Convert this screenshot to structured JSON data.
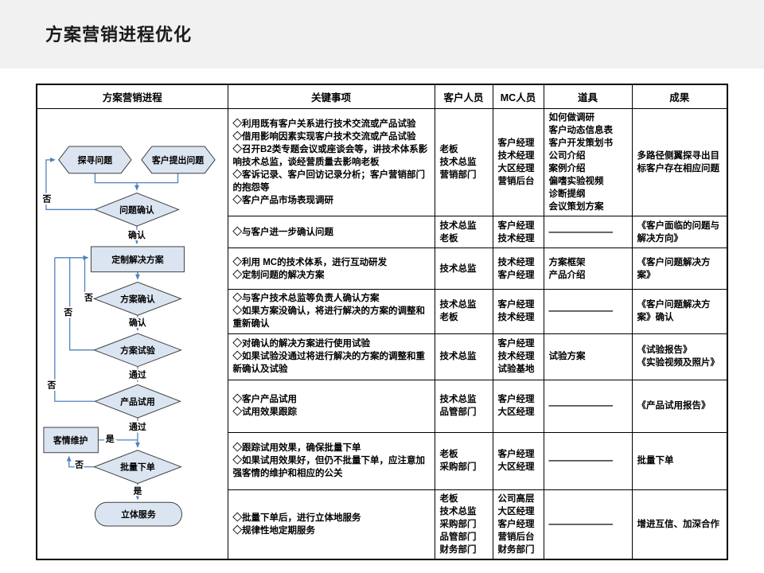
{
  "page": {
    "title": "方案营销进程优化"
  },
  "table": {
    "headers": {
      "process": "方案营销进程",
      "key_items": "关键事项",
      "customer": "客户人员",
      "mc": "MC人员",
      "tools": "道具",
      "results": "成果"
    },
    "rows": [
      {
        "key_items": "◇利用既有客户关系进行技术交流或产品试验\n◇借用影响因素实现客户技术交流或产品试验\n◇召开B2类专题会议或座谈会等，讲技术体系影响技术总监，谈经营质量去影响老板\n◇客诉记录、客户回访记录分析；客户营销部门的抱怨等\n◇客户产品市场表现调研",
        "customer": "老板\n技术总监\n营销部门",
        "mc": "客户经理\n技术经理\n大区经理\n营销后台",
        "tools": "如何做调研\n客户动态信息表\n客户开发策划书\n公司介绍\n案例介绍\n偏嗜实验视频\n诊断提纲\n会议策划方案",
        "result": "多路径侧翼探寻出目标客户存在相应问题"
      },
      {
        "key_items": "◇与客户进一步确认问题",
        "customer": "技术总监\n老板",
        "mc": "客户经理\n技术经理",
        "tools": "———————",
        "result": "《客户面临的问题与解决方向》"
      },
      {
        "key_items": "◇利用 MC的技术体系，进行互动研发\n◇定制问题的解决方案",
        "customer": "技术总监",
        "mc": "技术经理\n客户经理",
        "tools": "方案框架\n产品介绍",
        "result": "《客户问题解决方案》"
      },
      {
        "key_items": "◇与客户技术总监等负责人确认方案\n◇如果方案没确认，将进行解决的方案的调整和重新确认",
        "customer": "技术总监\n老板",
        "mc": "客户经理\n技术经理",
        "tools": "———————",
        "result": "《客户问题解决方案》确认"
      },
      {
        "key_items": "◇对确认的解决方案进行使用试验\n◇如果试验没通过将进行解决的方案的调整和重新确认及试验",
        "customer": "技术总监",
        "mc": "客户经理\n技术经理\n试验基地",
        "tools": "试验方案",
        "result": "《试验报告》\n《实验视频及照片》"
      },
      {
        "key_items": "◇客户产品试用\n◇试用效果跟踪",
        "customer": "技术总监\n品管部门",
        "mc": "客户经理\n大区经理",
        "tools": "———————",
        "result": "《产品试用报告》"
      },
      {
        "key_items": "◇跟踪试用效果，确保批量下单\n◇如果试用效果好，但仍不批量下单，应注意加强客情的维护和相应的公关",
        "customer": "老板\n采购部门",
        "mc": "客户经理\n大区经理",
        "tools": "———————",
        "result": "批量下单"
      },
      {
        "key_items": "◇批量下单后，进行立体地服务\n◇规律性地定期服务",
        "customer": "老板\n技术总监\n采购部门\n品管部门\n财务部门",
        "mc": "公司高层\n大区经理\n客户经理\n营销后台\n财务部门",
        "tools": "———————",
        "result": "增进互信、加深合作"
      }
    ]
  },
  "flowchart": {
    "nodes": {
      "explore": "探寻问题",
      "raise": "客户提出问题",
      "problem_confirm": "问题确认",
      "custom_solution": "定制解决方案",
      "solution_confirm": "方案确认",
      "solution_test": "方案试验",
      "product_trial": "产品试用",
      "relation_keep": "客情维护",
      "bulk_order": "批量下单",
      "solid_service": "立体服务"
    },
    "labels": {
      "no": "否",
      "yes": "是",
      "confirm": "确认",
      "pass": "通过"
    },
    "colors": {
      "shape_fill": "#dbe5f1",
      "shape_border": "#404040",
      "connector": "#4f81bd"
    }
  }
}
